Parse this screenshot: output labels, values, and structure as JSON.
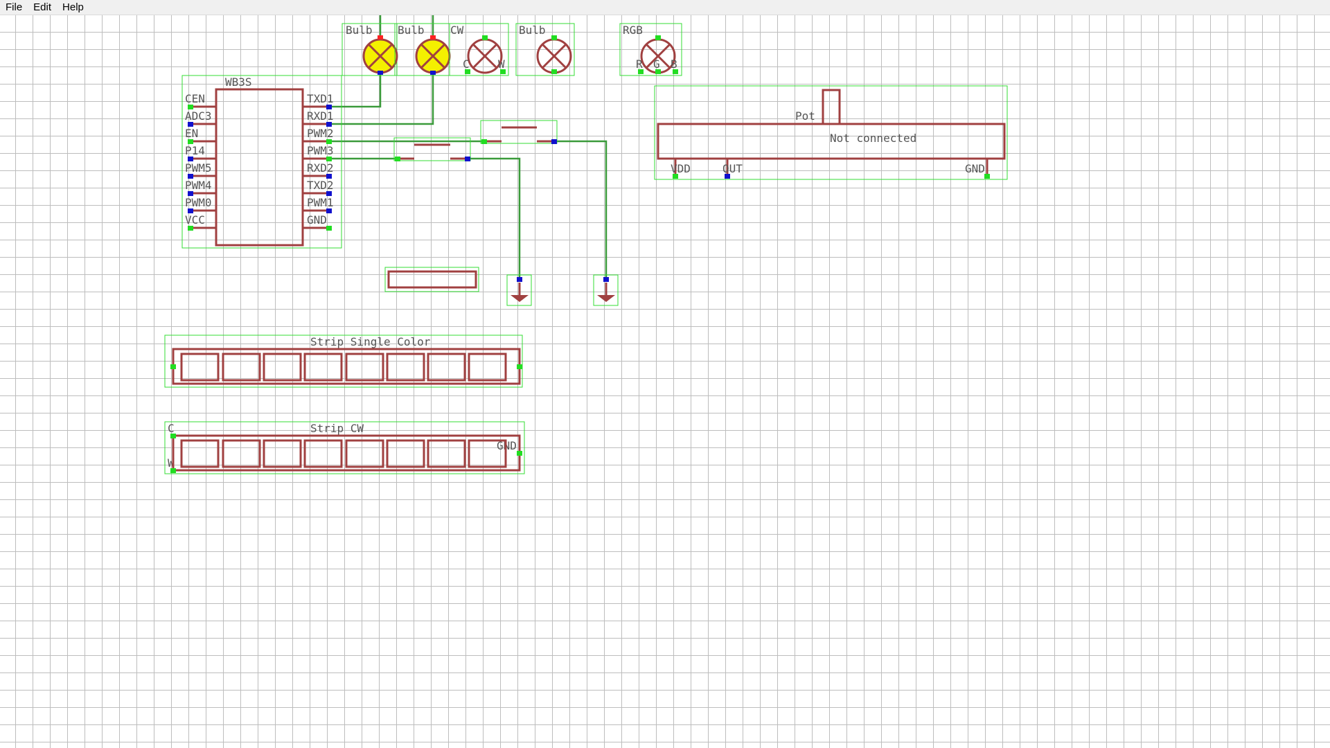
{
  "menubar": {
    "file": "File",
    "edit": "Edit",
    "help": "Help"
  },
  "components": {
    "bulb1_label": "Bulb",
    "bulb2_label": "Bulb",
    "bulb_cw_label": "CW",
    "bulb_cw_pin_c": "C",
    "bulb_cw_pin_w": "W",
    "bulb3_label": "Bulb",
    "bulb_rgb_label": "RGB",
    "bulb_rgb_pin_r": "R",
    "bulb_rgb_pin_g": "G",
    "bulb_rgb_pin_b": "B",
    "chip": {
      "name": "WB3S",
      "left_pins": [
        "CEN",
        "ADC3",
        "EN",
        "P14",
        "PWM5",
        "PWM4",
        "PWM0",
        "VCC"
      ],
      "right_pins": [
        "TXD1",
        "RXD1",
        "PWM2",
        "PWM3",
        "RXD2",
        "TXD2",
        "PWM1",
        "GND"
      ]
    },
    "pot": {
      "label": "Pot",
      "status": "Not connected",
      "pin_vdd": "VDD",
      "pin_out": "OUT",
      "pin_gnd": "GND"
    },
    "strip_single_label": "Strip Single Color",
    "strip_cw": {
      "label": "Strip CW",
      "pin_c": "C",
      "pin_w": "W",
      "pin_gnd": "GND"
    }
  },
  "colors": {
    "grid": "#bdbdbd",
    "component_body": "#a04040",
    "wire": "#3a9a3a",
    "selection_box": "#33dd33",
    "bulb_lit": "#f4f000",
    "pin_connected": "#22dd22",
    "pin_unconnected": "#1111cc",
    "pin_power": "#ff2222"
  }
}
